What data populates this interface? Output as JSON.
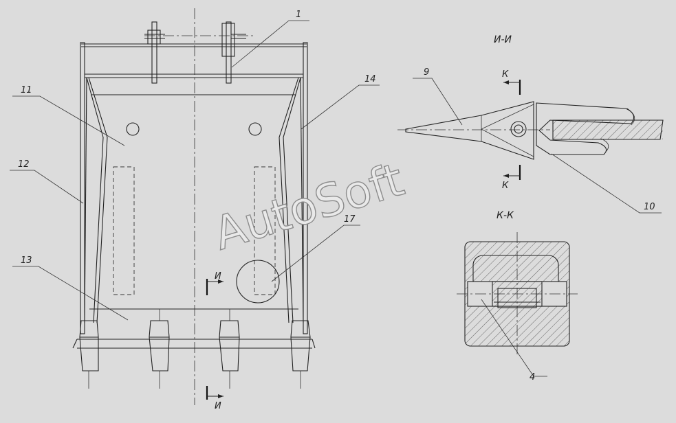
{
  "watermark": "AutoSoft",
  "callouts": {
    "c1": "1",
    "c4": "4",
    "c9": "9",
    "c10": "10",
    "c11": "11",
    "c12": "12",
    "c13": "13",
    "c14": "14",
    "c17": "17"
  },
  "sections": {
    "ii_title": "И-И",
    "kk_title": "К-К",
    "mark_i": "И",
    "mark_k": "К"
  }
}
